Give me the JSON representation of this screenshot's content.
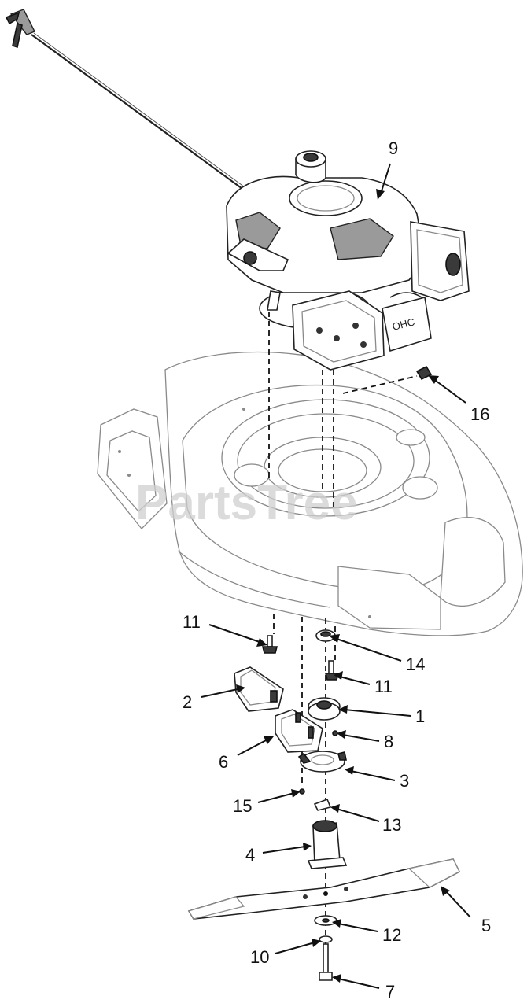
{
  "watermark": "PartsTree",
  "callouts": [
    {
      "id": "c9",
      "label": "9"
    },
    {
      "id": "c16",
      "label": "16"
    },
    {
      "id": "c11a",
      "label": "11"
    },
    {
      "id": "c14",
      "label": "14"
    },
    {
      "id": "c11b",
      "label": "11"
    },
    {
      "id": "c2",
      "label": "2"
    },
    {
      "id": "c1",
      "label": "1"
    },
    {
      "id": "c8",
      "label": "8"
    },
    {
      "id": "c6",
      "label": "6"
    },
    {
      "id": "c3",
      "label": "3"
    },
    {
      "id": "c15",
      "label": "15"
    },
    {
      "id": "c13",
      "label": "13"
    },
    {
      "id": "c4",
      "label": "4"
    },
    {
      "id": "c5",
      "label": "5"
    },
    {
      "id": "c12",
      "label": "12"
    },
    {
      "id": "c10",
      "label": "10"
    },
    {
      "id": "c7",
      "label": "7"
    }
  ]
}
